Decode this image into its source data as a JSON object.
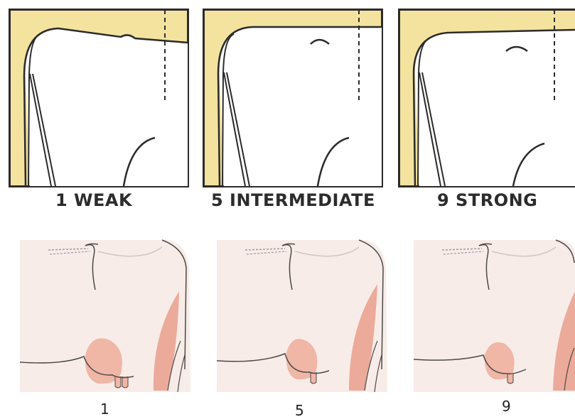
{
  "colors": {
    "pad": "#f3e39f",
    "outline": "#2b2b2b",
    "skin": "#f8ece8",
    "udder": "#f0b6a6",
    "ligament": "#ecaa9a"
  },
  "top_labels": [
    "1 WEAK",
    "5 INTERMEDIATE",
    "9 STRONG"
  ],
  "bottom_labels": [
    "1",
    "5",
    "9"
  ]
}
